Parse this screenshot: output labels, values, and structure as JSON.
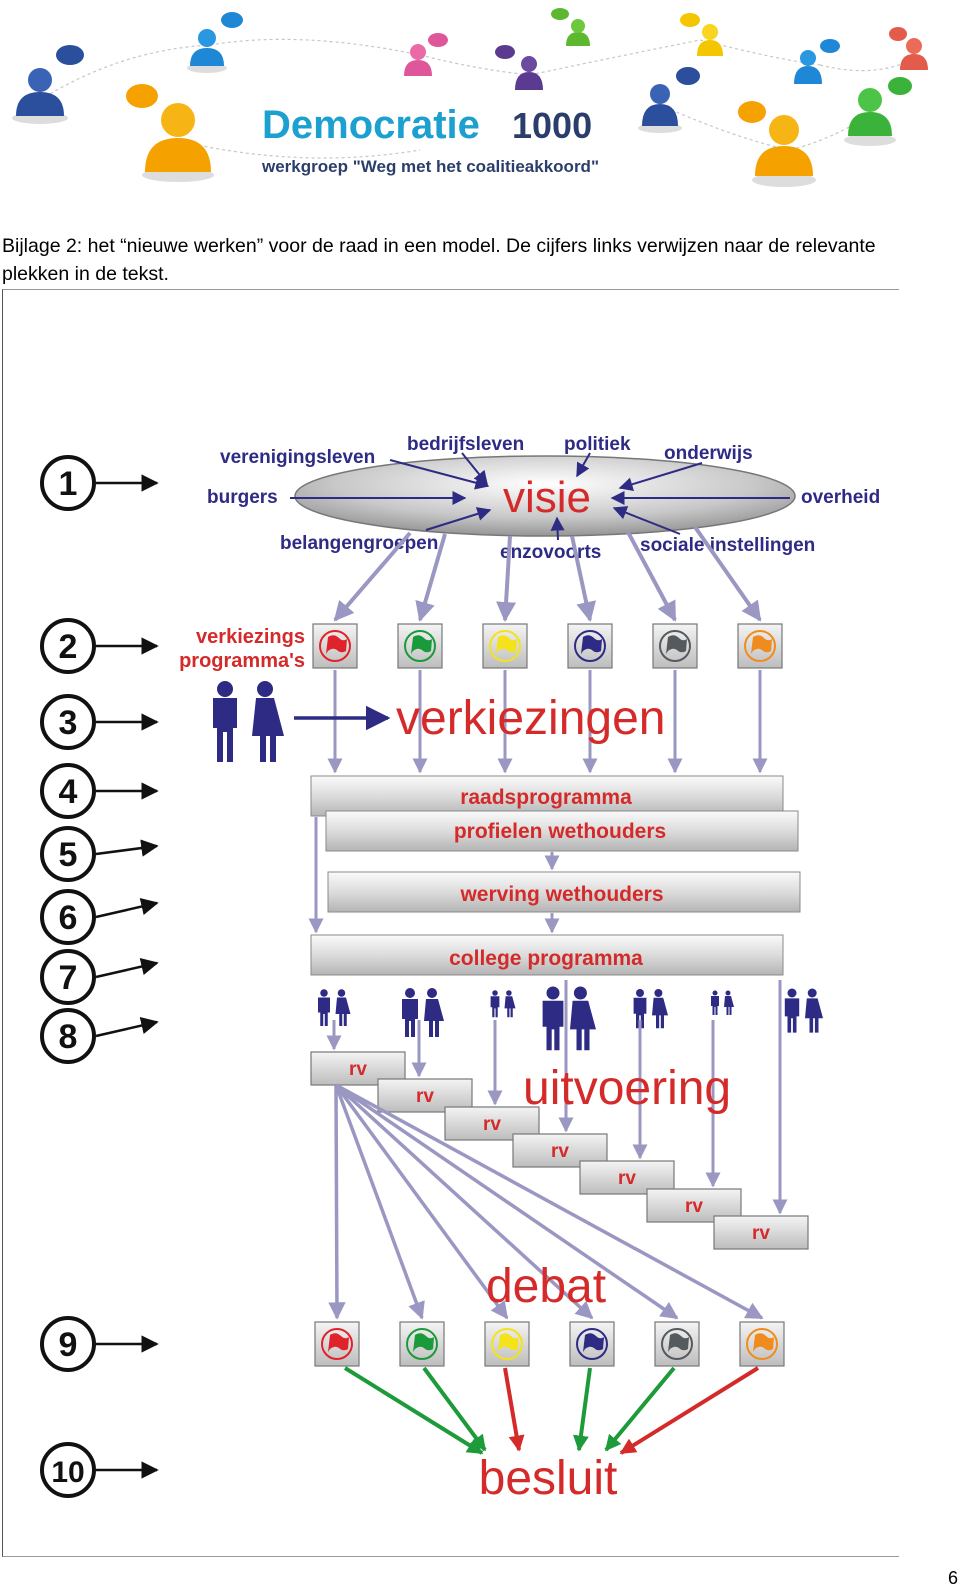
{
  "header": {
    "brand_word": "Democratie",
    "brand_number": "1000",
    "subtitle": "werkgroep \"Weg met het coalitieakkoord\""
  },
  "caption": "Bijlage 2: het “nieuwe werken” voor de raad in een model. De cijfers links verwijzen naar de relevante plekken in de tekst.",
  "page_number": "6",
  "steps": [
    "1",
    "2",
    "3",
    "4",
    "5",
    "6",
    "7",
    "8",
    "9",
    "10"
  ],
  "visie": {
    "center": "visie",
    "inputs": {
      "verenigingsleven": "verenigingsleven",
      "bedrijfsleven": "bedrijfsleven",
      "politiek": "politiek",
      "onderwijs": "onderwijs",
      "burgers": "burgers",
      "overheid": "overheid",
      "belangengroepen": "belangengroepen",
      "enzovoorts": "enzovoorts",
      "sociale_instellingen": "sociale instellingen"
    }
  },
  "programmas_label_1": "verkiezings",
  "programmas_label_2": "programma's",
  "verkiezingen": "verkiezingen",
  "raadsprogramma": "raadsprogramma",
  "profielen": "profielen wethouders",
  "werving": "werving wethouders",
  "college": "college programma",
  "rv_label": "rv",
  "uitvoering": "uitvoering",
  "debat": "debat",
  "besluit": "besluit",
  "colors": {
    "navy": "#2e2b85",
    "red": "#d42a2a",
    "arrow_lilac": "#9a97c2",
    "party_flags": [
      "#e0232a",
      "#1a9a3a",
      "#f4e21a",
      "#2e2b85",
      "#555a5e",
      "#f08c1e"
    ],
    "vote_green": "#1d9b3a",
    "vote_red": "#d42a2a"
  }
}
